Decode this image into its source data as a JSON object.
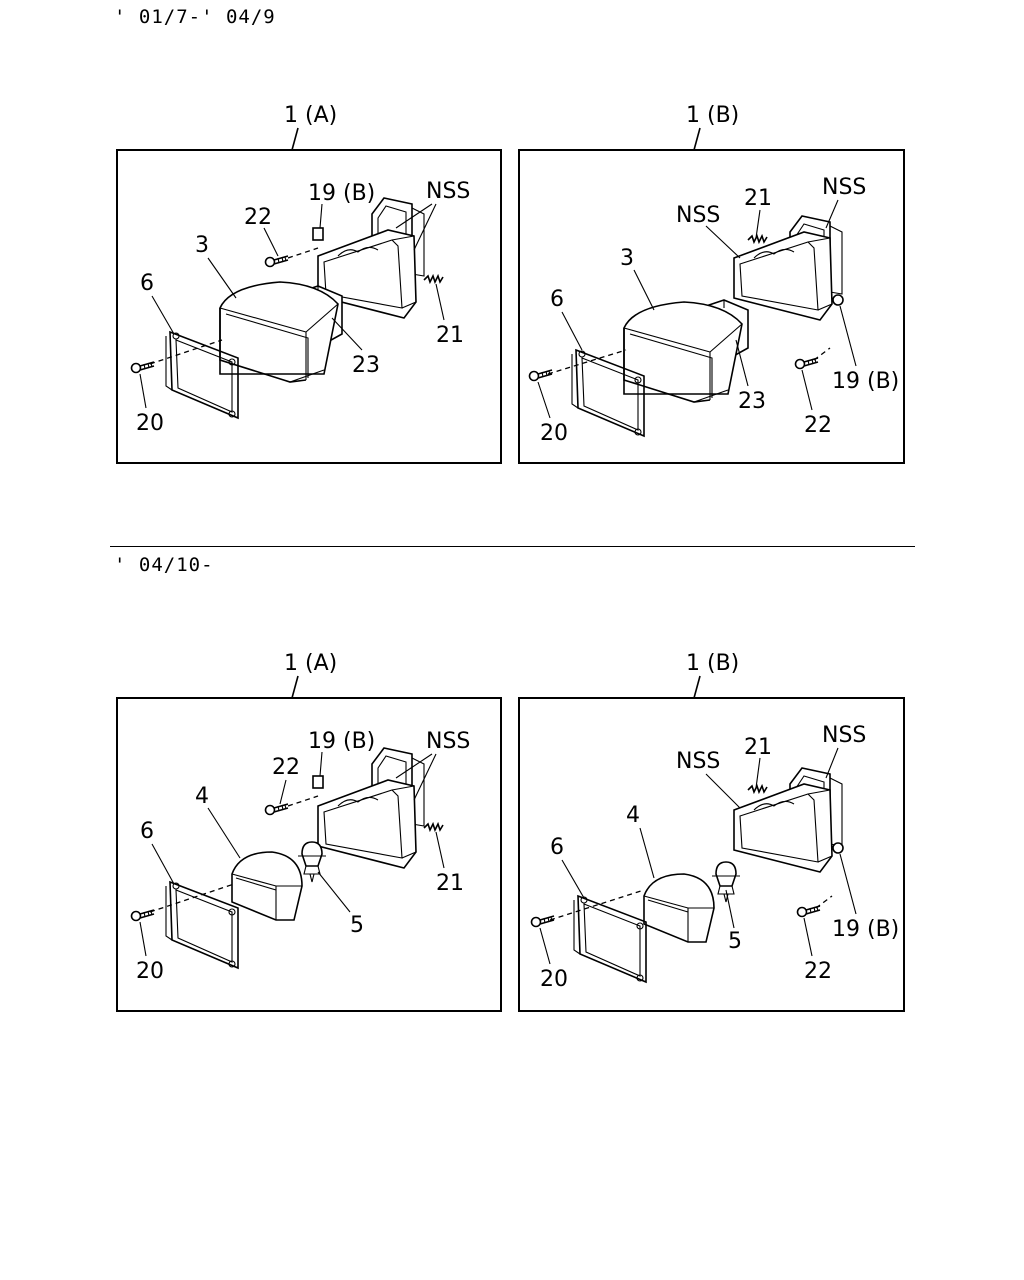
{
  "periods": {
    "first": "' 01/7-' 04/9",
    "second": "' 04/10-"
  },
  "panels": {
    "top_left": {
      "title": "1 (A)",
      "labels": {
        "p19": "19 (B)",
        "nss": "NSS",
        "p22": "22",
        "p3": "3",
        "p6": "6",
        "p21": "21",
        "p23": "23",
        "p20": "20"
      }
    },
    "top_right": {
      "title": "1 (B)",
      "labels": {
        "nss_a": "NSS",
        "p21": "21",
        "nss_b": "NSS",
        "p3": "3",
        "p6": "6",
        "p23": "23",
        "p19": "19 (B)",
        "p20": "20",
        "p22": "22"
      }
    },
    "bottom_left": {
      "title": "1 (A)",
      "labels": {
        "p19": "19 (B)",
        "nss": "NSS",
        "p22": "22",
        "p4": "4",
        "p6": "6",
        "p21": "21",
        "p5": "5",
        "p20": "20"
      }
    },
    "bottom_right": {
      "title": "1 (B)",
      "labels": {
        "p21": "21",
        "nss_b": "NSS",
        "nss_a": "NSS",
        "p4": "4",
        "p6": "6",
        "p5": "5",
        "p19": "19 (B)",
        "p20": "20",
        "p22": "22"
      }
    }
  }
}
